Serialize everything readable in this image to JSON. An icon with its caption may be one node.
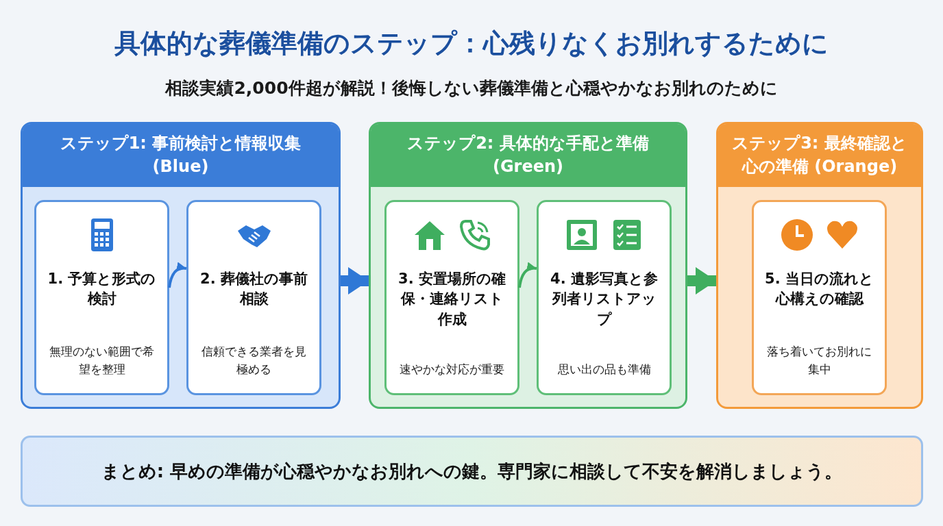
{
  "diagram": {
    "title": "具体的な葬儀準備のステップ：心残りなくお別れするために",
    "nodes": [
      {
        "text": [
          "ステップ1: 事前検討と情報収集 (Blue)"
        ]
      },
      {
        "text": [
          "1. 予算と形式の検討",
          "無理のない範囲で希望を整理"
        ],
        "in": 0
      },
      {
        "text": [
          "2. 葬儀社の事前相談",
          "信頼できる業者を見極める"
        ],
        "in": 0
      },
      {
        "text": [
          "ステップ2: 具体的な手配と準備 (Green)"
        ]
      },
      {
        "text": [
          "3. 安置場所の確保・連絡リスト作成",
          "速やかな対応が重要"
        ],
        "in": 3
      },
      {
        "text": [
          "4. 遺影写真と参列者リストアップ",
          "思い出の品も準備"
        ],
        "in": 3
      },
      {
        "text": [
          "ステップ3: 最終確認と心の準備 (Orange)"
        ]
      },
      {
        "text": [
          "5. 当日の流れと心構えの確認",
          "落ち着いてお別れに集中"
        ],
        "in": 6
      },
      {
        "text": [
          "まとめ: 早めの準備が心穏やかなお別れへの鍵。専門家に相談して不安を解消しましょう。"
        ]
      }
    ],
    "edges": [
      {
        "from": 1,
        "to": 2,
        "arrow": "to",
        "color": "#2f78d6"
      },
      {
        "from": 0,
        "to": 3,
        "arrow": "to",
        "style": "thick",
        "color": "#2f78d6"
      },
      {
        "from": 4,
        "to": 5,
        "arrow": "to",
        "color": "#3fae5f"
      },
      {
        "from": 3,
        "to": 6,
        "arrow": "to",
        "style": "thick",
        "color": "#3fae5f"
      }
    ],
    "labels": [
      "相談実績2,000件超が解説！後悔しない葬儀準備と心穏やかなお別れのために"
    ]
  }
}
